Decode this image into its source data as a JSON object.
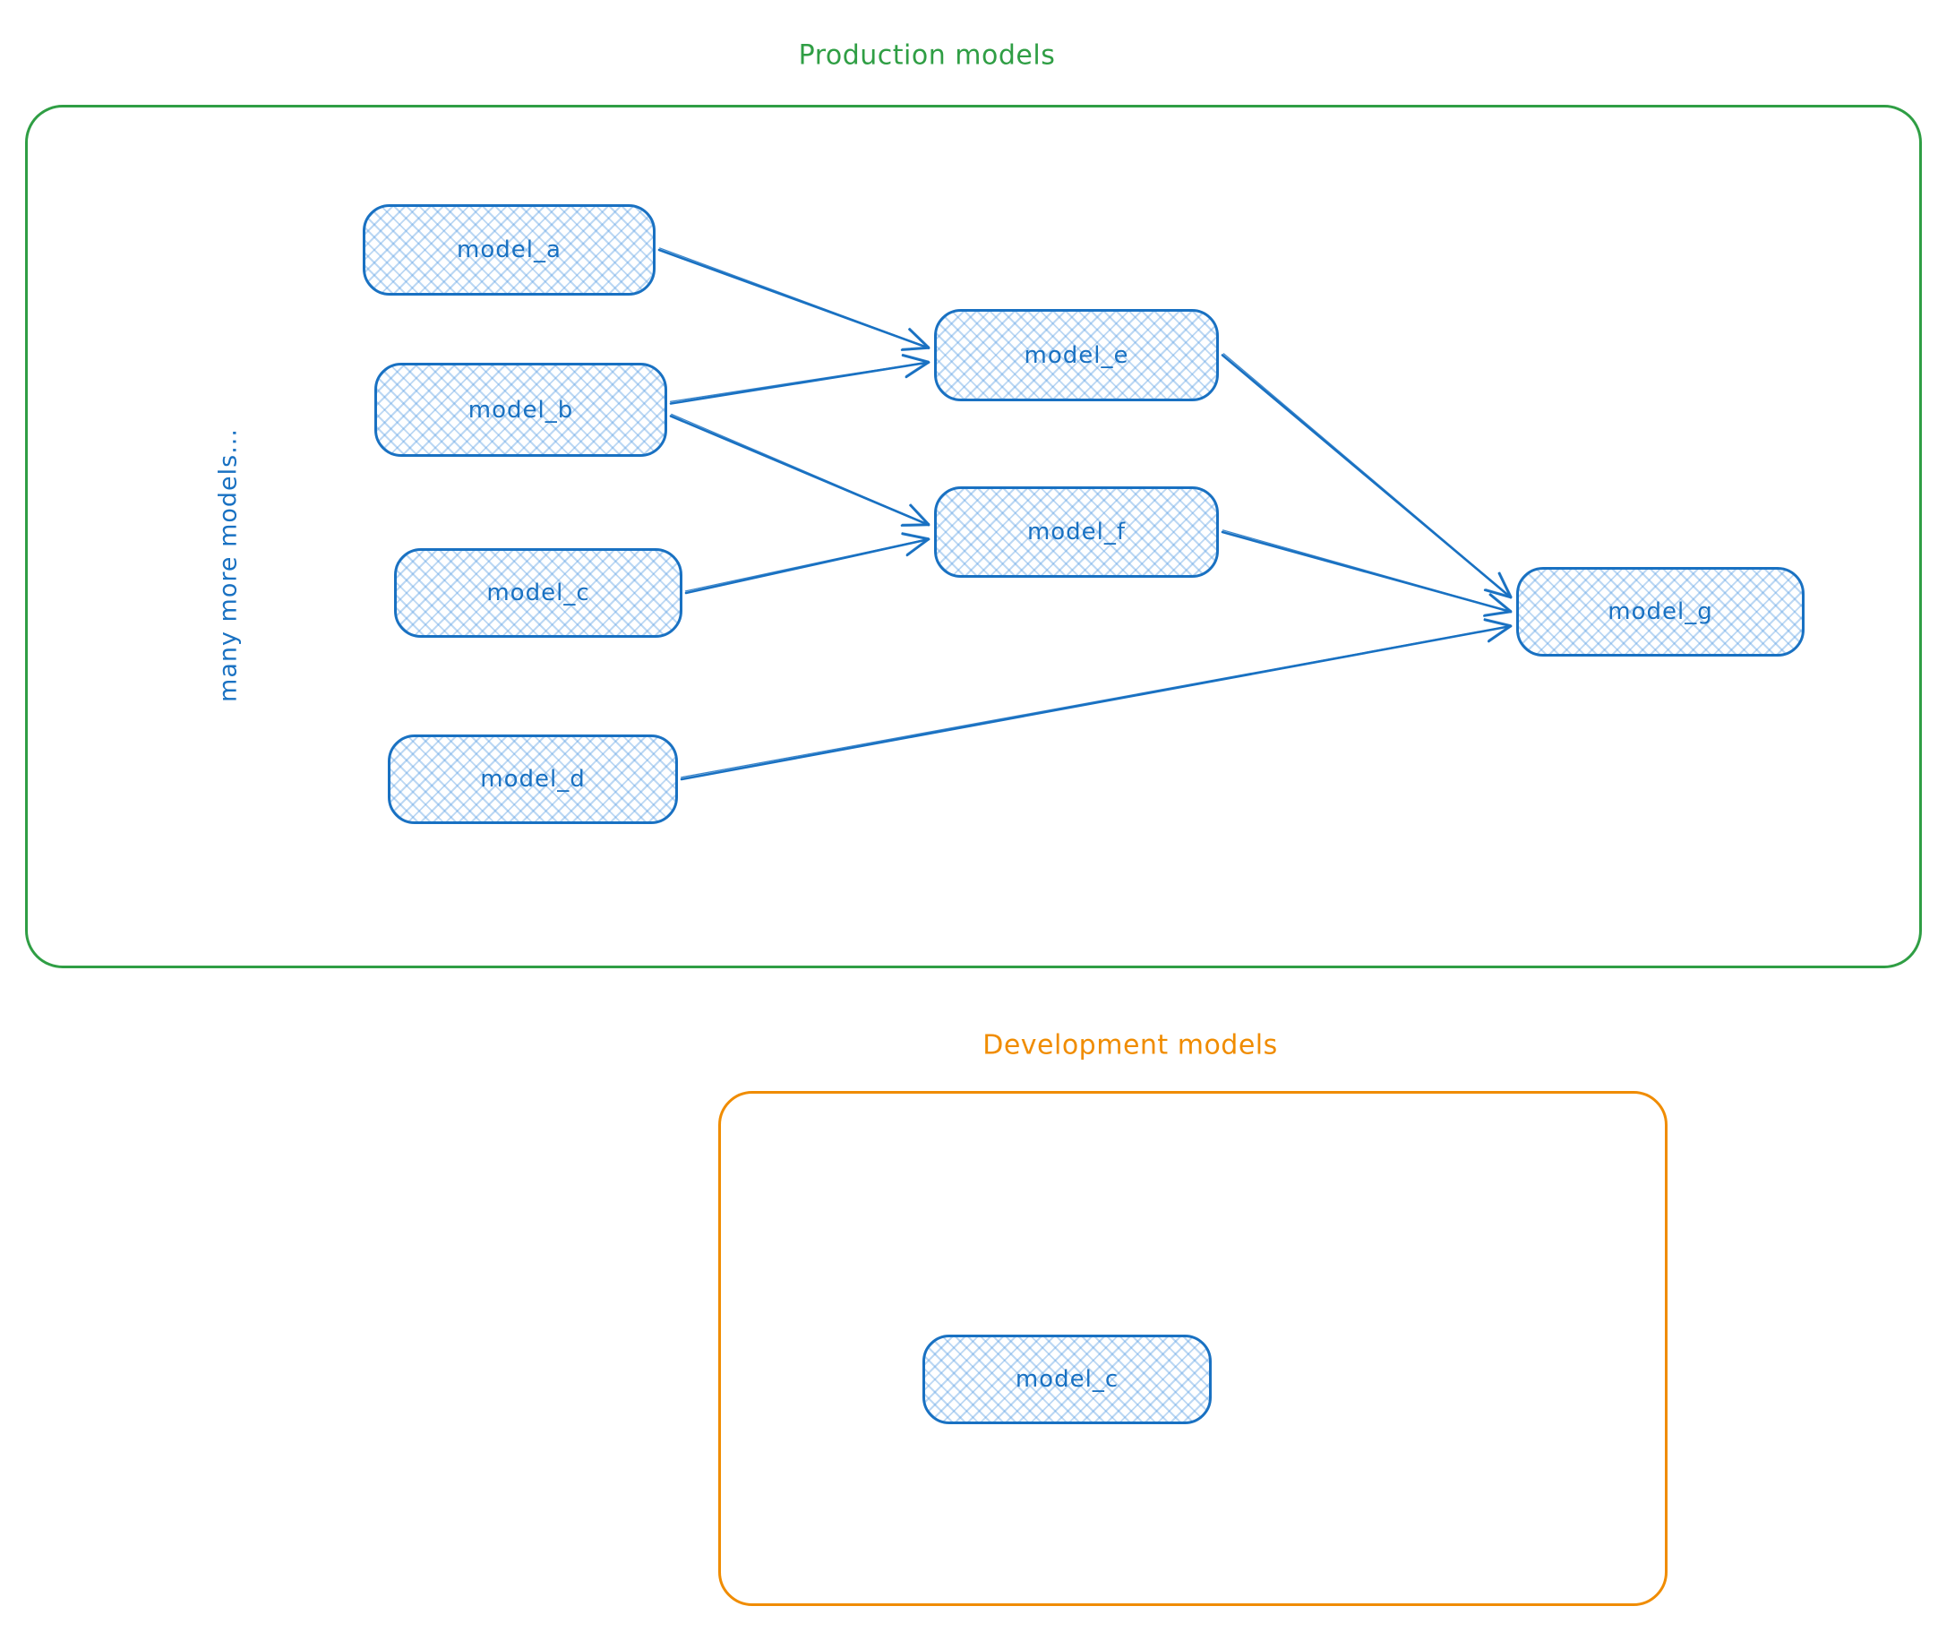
{
  "colors": {
    "blue": "#1971c2",
    "green": "#2f9e44",
    "orange": "#f08c00",
    "node_hatch_fill": "#a9cdf1"
  },
  "production": {
    "title": "Production models",
    "side_note": "many more models...",
    "nodes": [
      {
        "id": "model_a",
        "label": "model_a"
      },
      {
        "id": "model_b",
        "label": "model_b"
      },
      {
        "id": "model_c",
        "label": "model_c"
      },
      {
        "id": "model_d",
        "label": "model_d"
      },
      {
        "id": "model_e",
        "label": "model_e"
      },
      {
        "id": "model_f",
        "label": "model_f"
      },
      {
        "id": "model_g",
        "label": "model_g"
      }
    ]
  },
  "development": {
    "title": "Development models",
    "nodes": [
      {
        "id": "model_c_dev",
        "label": "model_c"
      }
    ]
  },
  "edges": [
    {
      "from": "model_a",
      "to": "model_e"
    },
    {
      "from": "model_b",
      "to": "model_e"
    },
    {
      "from": "model_b",
      "to": "model_f"
    },
    {
      "from": "model_c",
      "to": "model_f"
    },
    {
      "from": "model_e",
      "to": "model_g"
    },
    {
      "from": "model_f",
      "to": "model_g"
    },
    {
      "from": "model_d",
      "to": "model_g"
    }
  ]
}
